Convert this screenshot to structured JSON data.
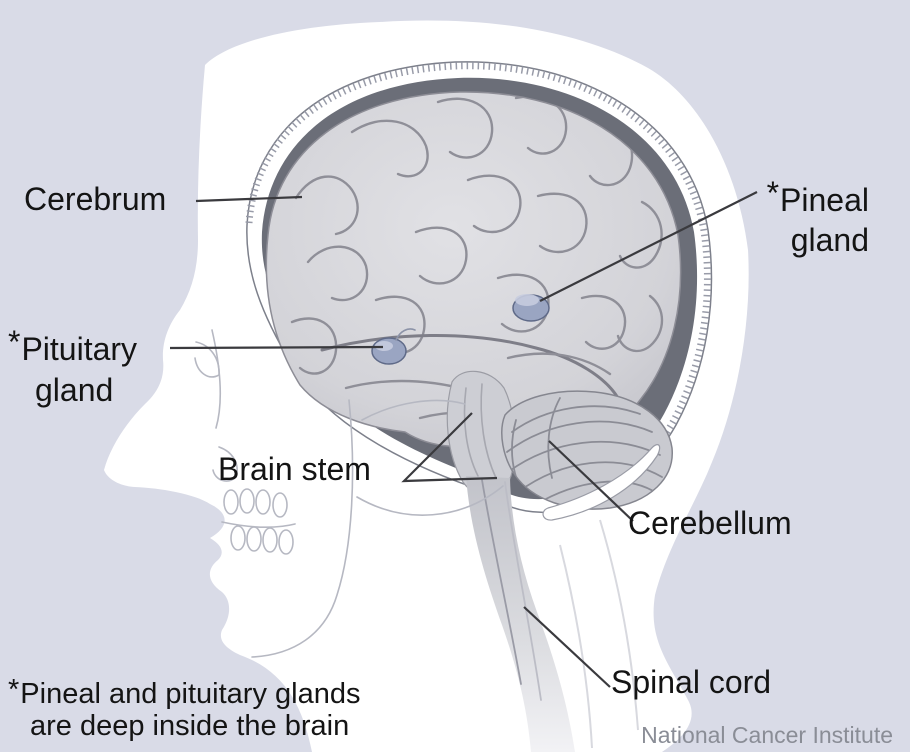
{
  "colors": {
    "background": "#d9dbe7",
    "silhouette": "#ffffff",
    "skull_cavity": "#6b6e78",
    "brain": "#d7d7db",
    "sulci": "#8f8f98",
    "cerebellum": "#c9cad0",
    "cerebellum_stripe": "#8b8c95",
    "brainstem": "#cdced4",
    "gland_fill": "#9aa5c2",
    "gland_stroke": "#5f6a88",
    "leader_line": "#3a3a3e",
    "label_text": "#141414",
    "attribution_text": "#8a8d96",
    "sketch_line": "#b6b8c2"
  },
  "labels": {
    "cerebrum": {
      "text": "Cerebrum"
    },
    "pineal": {
      "marker": "*",
      "line1": "Pineal",
      "line2": "gland"
    },
    "pituitary": {
      "marker": "*",
      "line1": "Pituitary",
      "line2": "gland"
    },
    "brain_stem": {
      "text": "Brain stem"
    },
    "cerebellum": {
      "text": "Cerebellum"
    },
    "spinal_cord": {
      "text": "Spinal cord"
    }
  },
  "footnote": {
    "marker": "*",
    "line1": "Pineal and pituitary glands",
    "line2": "are deep inside the brain"
  },
  "attribution": {
    "text": "National Cancer Institute"
  }
}
